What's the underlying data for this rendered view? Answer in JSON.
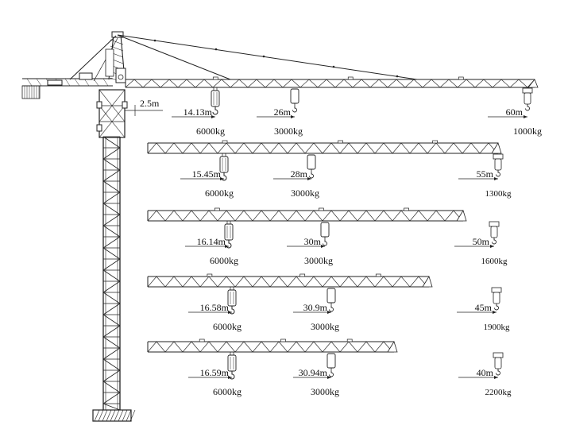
{
  "tower": {
    "clearance_label": "2.5m"
  },
  "configurations": [
    {
      "boom_length": "60m",
      "tip_load": "1000kg",
      "point1": {
        "radius": "14.13m",
        "load": "6000kg"
      },
      "point2": {
        "radius": "26m",
        "load": "3000kg"
      }
    },
    {
      "boom_length": "55m",
      "tip_load": "1300kg",
      "point1": {
        "radius": "15.45m",
        "load": "6000kg"
      },
      "point2": {
        "radius": "28m",
        "load": "3000kg"
      }
    },
    {
      "boom_length": "50m",
      "tip_load": "1600kg",
      "point1": {
        "radius": "16.14m",
        "load": "6000kg"
      },
      "point2": {
        "radius": "30m",
        "load": "3000kg"
      }
    },
    {
      "boom_length": "45m",
      "tip_load": "1900kg",
      "point1": {
        "radius": "16.58m",
        "load": "6000kg"
      },
      "point2": {
        "radius": "30.9m",
        "load": "3000kg"
      }
    },
    {
      "boom_length": "40m",
      "tip_load": "2200kg",
      "point1": {
        "radius": "16.59m",
        "load": "6000kg"
      },
      "point2": {
        "radius": "30.94m",
        "load": "3000kg"
      }
    }
  ]
}
